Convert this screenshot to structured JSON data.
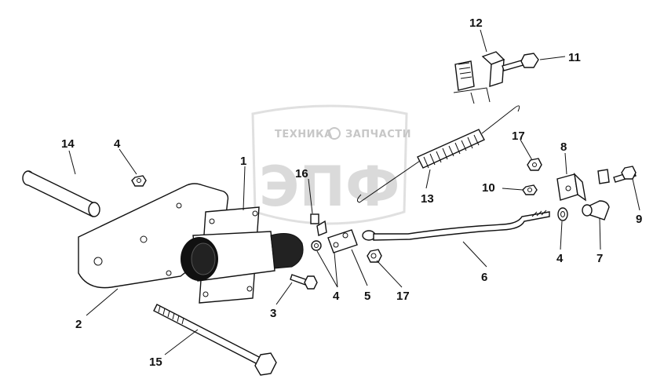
{
  "watermark": {
    "left_text": "ТЕХНИКА",
    "right_text": "ЗАПЧАСТИ",
    "logo_text": "ЭПФ"
  },
  "callouts": {
    "c1": "1",
    "c2": "2",
    "c3": "3",
    "c4a": "4",
    "c4b": "4",
    "c4c": "4",
    "c5": "5",
    "c6": "6",
    "c7": "7",
    "c8": "8",
    "c9": "9",
    "c10": "10",
    "c11": "11",
    "c12": "12",
    "c13": "13",
    "c14": "14",
    "c15": "15",
    "c16": "16",
    "c17a": "17",
    "c17b": "17"
  }
}
